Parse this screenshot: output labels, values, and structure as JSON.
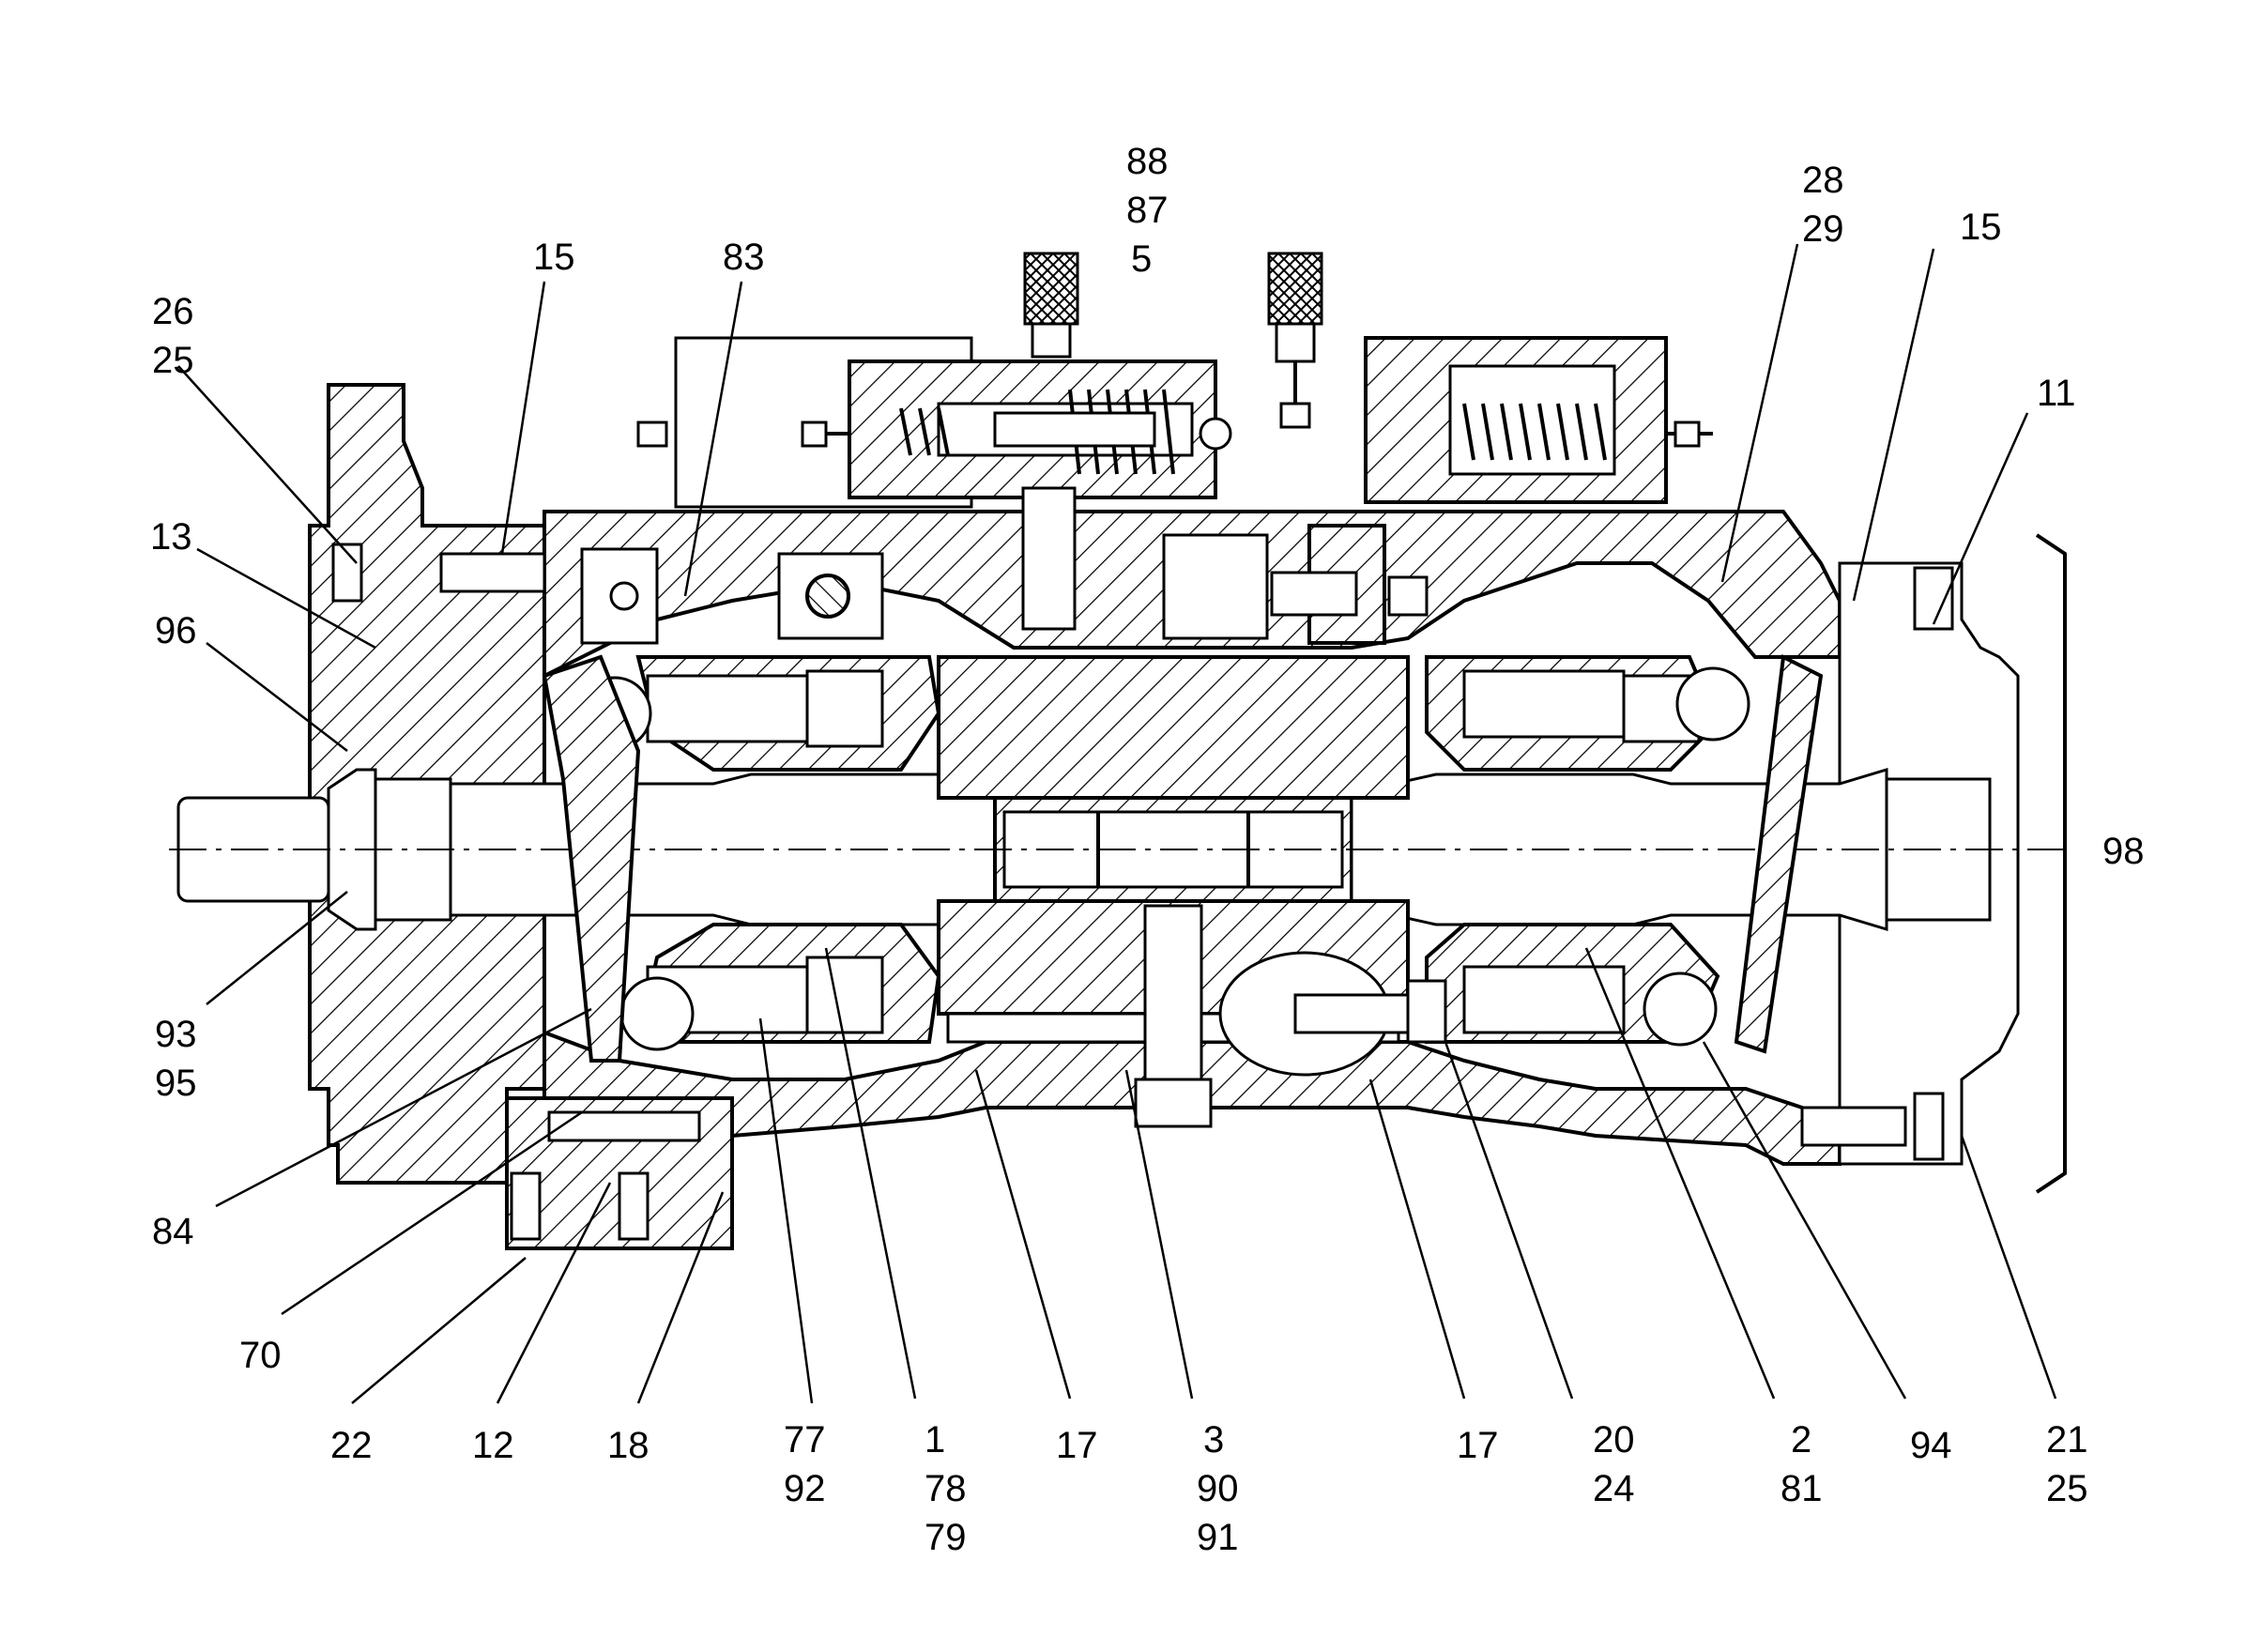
{
  "labels": {
    "l_88": "88",
    "l_87": "87",
    "l_5": "5",
    "l_28": "28",
    "l_29": "29",
    "l_15a": "15",
    "l_83": "83",
    "l_15b": "15",
    "l_26": "26",
    "l_25a": "25",
    "l_11": "11",
    "l_13": "13",
    "l_96": "96",
    "l_98": "98",
    "l_93": "93",
    "l_95": "95",
    "l_84": "84",
    "l_70": "70",
    "l_22": "22",
    "l_12": "12",
    "l_18": "18",
    "l_77": "77",
    "l_92": "92",
    "l_1": "1",
    "l_78": "78",
    "l_79": "79",
    "l_17a": "17",
    "l_3": "3",
    "l_90": "90",
    "l_91": "91",
    "l_17b": "17",
    "l_20": "20",
    "l_24": "24",
    "l_2": "2",
    "l_81": "81",
    "l_94": "94",
    "l_21": "21",
    "l_25b": "25"
  }
}
